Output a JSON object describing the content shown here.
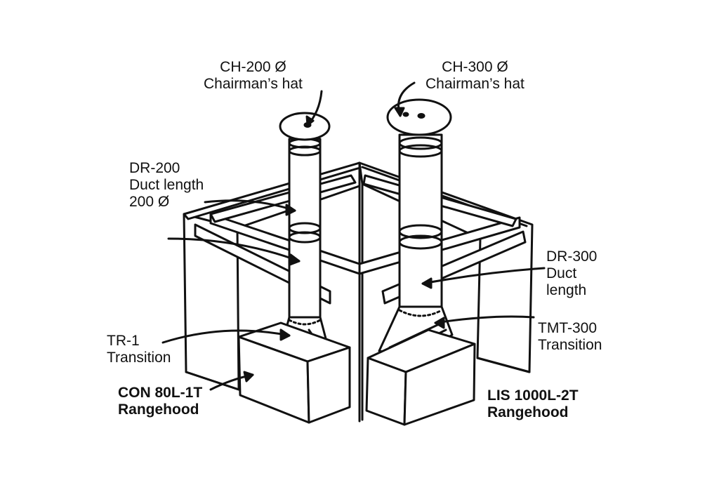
{
  "labels": {
    "ch200": {
      "line1": "CH-200 Ø",
      "line2": "Chairman’s hat"
    },
    "ch300": {
      "line1": "CH-300 Ø",
      "line2": "Chairman’s hat"
    },
    "dr200": {
      "line1": "DR-200",
      "line2": "Duct length",
      "line3": "200 Ø"
    },
    "dr300": {
      "line1": "DR-300",
      "line2": "Duct",
      "line3": "length"
    },
    "tr1": {
      "line1": "TR-1",
      "line2": "Transition"
    },
    "tmt300": {
      "line1": "TMT-300",
      "line2": "Transition"
    },
    "con80": {
      "line1": "CON 80L-1T",
      "line2": "Rangehood"
    },
    "lis1000": {
      "line1": "LIS 1000L-2T",
      "line2": "Rangehood"
    }
  },
  "colors": {
    "ink": "#111111",
    "paper": "#ffffff"
  }
}
